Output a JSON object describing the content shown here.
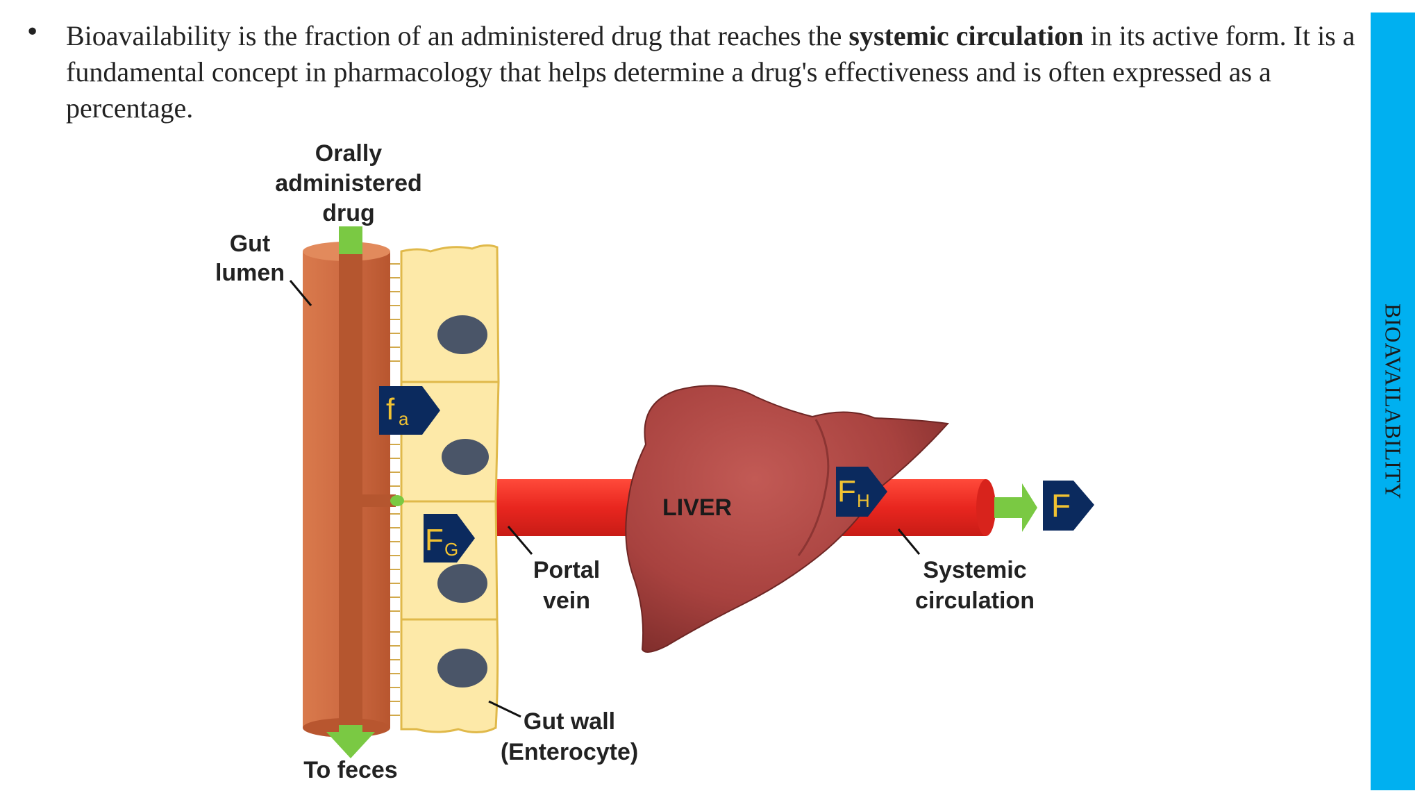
{
  "text": {
    "bullet": "•",
    "intro_before_bold": "Bioavailability is the fraction of an administered drug that reaches the ",
    "intro_bold": "systemic circulation",
    "intro_after_bold": " in its active form. It is a fundamental concept in pharmacology that helps determine a drug's effectiveness and is often expressed as a percentage."
  },
  "sidebar": {
    "label": "BIOAVAILABILITY"
  },
  "diagram": {
    "labels": {
      "orally_line1": "Orally",
      "orally_line2": "administered",
      "orally_line3": "drug",
      "gut_lumen_line1": "Gut",
      "gut_lumen_line2": "lumen",
      "to_feces": "To feces",
      "portal_line1": "Portal",
      "portal_line2": "vein",
      "liver": "LIVER",
      "systemic_line1": "Systemic",
      "systemic_line2": "circulation",
      "gut_wall_line1": "Gut wall",
      "gut_wall_line2": "(Enterocyte)"
    },
    "symbols": {
      "fa_main": "f",
      "fa_sub": "a",
      "fg_main": "F",
      "fg_sub": "G",
      "fh_main": "F",
      "fh_sub": "H",
      "f_main": "F"
    },
    "colors": {
      "lumen": "#cd6a42",
      "lumen_core": "#b5562f",
      "enterocyte": "#fde9a8",
      "nucleus": "#4a5568",
      "vein": "#e8261f",
      "liver": "#a8423f",
      "arrow_green": "#7ac943",
      "badge": "#0b2a5e",
      "badge_text": "#f1c232",
      "sidebar": "#00b0f0"
    }
  }
}
